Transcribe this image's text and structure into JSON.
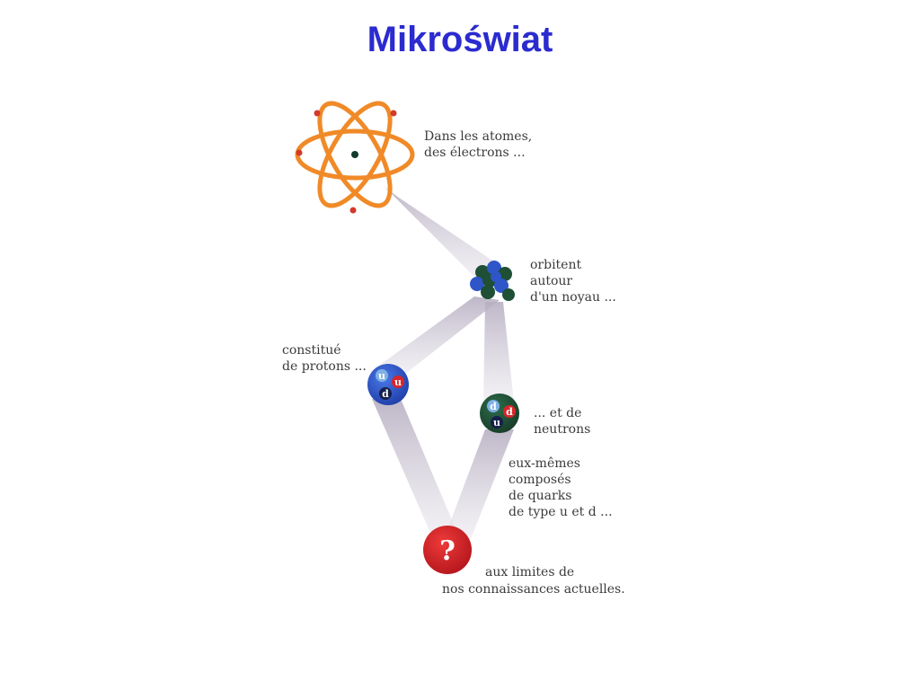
{
  "title": "Mikroświat",
  "colors": {
    "title": "#2b2bd0",
    "orbit": "#f08a28",
    "electron": "#d23a2a",
    "proton": "#2f56c8",
    "neutron": "#1f4f35",
    "unknown": "#d8262b",
    "beam": "#c9c3cf"
  },
  "captions": {
    "atom": [
      "Dans les atomes,",
      "des électrons ..."
    ],
    "nucleus": [
      "orbitent",
      "autour",
      "d'un noyau ..."
    ],
    "proton": [
      "constitué",
      "de protons ..."
    ],
    "neutron": [
      "... et de",
      "neutrons"
    ],
    "quarks": [
      "eux-mêmes",
      "composés",
      "de quarks",
      "de type u et d ..."
    ],
    "limits": [
      "aux limites de",
      "nos connaissances actuelles."
    ]
  },
  "proton_quarks": [
    "u",
    "u",
    "d"
  ],
  "neutron_quarks": [
    "d",
    "d",
    "u"
  ],
  "unknown_symbol": "?"
}
